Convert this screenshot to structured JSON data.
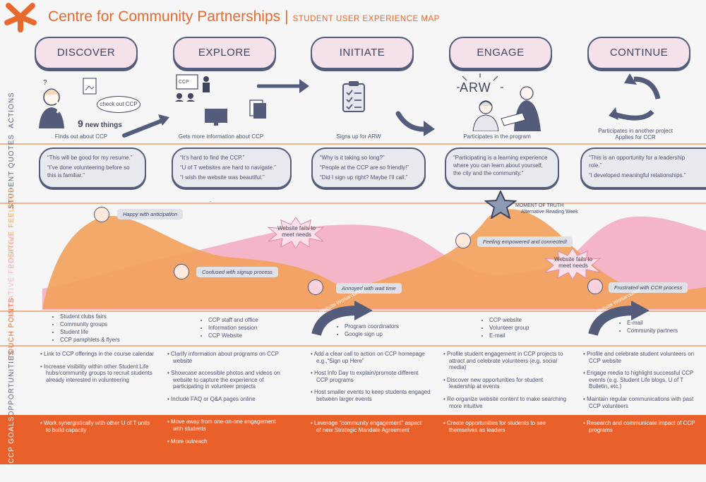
{
  "header": {
    "title": "Centre for Community Partnerships",
    "separator": "|",
    "subtitle": "STUDENT USER EXPERIENCE MAP"
  },
  "stages": [
    "DISCOVER",
    "EXPLORE",
    "INITIATE",
    "ENGAGE",
    "CONTINUE"
  ],
  "rows": {
    "actions": "ACTIONS",
    "quotes": "STUDENT QUOTES",
    "positive": "POSITIVE FEELINGS",
    "negative": "NEGATIVE FEELINGS",
    "touch": "TOUCH POINTS",
    "opportunities": "OPPORTUNITIES",
    "goals": "CCP GOALS"
  },
  "actions": {
    "bubble": "check out CCP",
    "new_things": "new things",
    "new_things_num": "9",
    "arw": "ARW",
    "captions": [
      "Finds out about CCP",
      "Gets more information about CCP",
      "Signs up for ARW",
      "Participates in the program",
      "Participates in another project",
      "Applies for CCR"
    ]
  },
  "quotes": [
    [
      "“This will be good for my resume.”",
      "“I’ve done volunteering before so this is familiar.”"
    ],
    [
      "“It’s hard to find the CCP.”",
      "“U of T websites are hard to navigate.”",
      "“I wish the website was beautiful.”"
    ],
    [
      "“Why is it taking so long?”",
      "“People at the CCP are so friendly!”",
      "“Did I sign up right? Maybe I’ll call.”"
    ],
    [
      "“Participating is a learning experience where you can learn about yourself, the city and the community.”"
    ],
    [
      "“This is an opportunity for a leadership role.”",
      "“I developed meaningful relationships.”"
    ]
  ],
  "quote_dot": ".",
  "feelings": {
    "happy": "Happy with anticipation",
    "confused": "Confused with signup process",
    "fails1": "Website fails to meet needs",
    "annoyed": "Annoyed with wait time",
    "moment": "MOMENT OF TRUTH",
    "moment_sub": "Alternative Reading Week",
    "empowered": "Feeling empowered and connected!",
    "fails2": "Website fails to meet needs",
    "frustrated": "Frustrated with CCR process"
  },
  "touch_points": [
    [
      "Student clubs fairs",
      "Community groups",
      "Student life",
      "CCP pamphlets & flyers"
    ],
    [
      "CCP staff and office",
      "Information session",
      "CCP Website"
    ],
    [
      "Program coordinators",
      "Google sign up"
    ],
    [
      "CCP website",
      "Volunteer group",
      "E-mail"
    ],
    [
      "E-mail",
      "Community partners"
    ]
  ],
  "workaround": "Website Workarounds",
  "opportunities": [
    [
      "Link to CCP offerings in the course calendar",
      "Increase visibility within other Student Life hubs/community groups to recruit students already interested in volunteering"
    ],
    [
      "Clarify information about programs on CCP website",
      "Showcase accessible photos and videos on website to capture the experience of participating in volunteer projects",
      "Include FAQ or Q&A pages online"
    ],
    [
      "Add a clear call to action on CCP homepage e.g.,“Sign up Here”",
      "Host Info Day to explain/promote different CCP programs",
      "Host smaller events to keep students engaged between larger events"
    ],
    [
      "Profile student engagement in CCP projects to attract and celebrate volunteers (e.g.  social media)",
      "Discover new opportunities for student leadership at events",
      "Re-organize website content to make searching more intuitive"
    ],
    [
      "Profile and celebrate student volunteers on CCP website",
      "Engage media to highlight successful CCP events (e.g. Student Life blogs, U of T Bulletin, etc.)",
      "Maintain regular communications with past CCP volunteers"
    ]
  ],
  "goals": [
    [
      "Work synergistically with other U of T units to build capacity"
    ],
    [
      "Move away from one-on-one engagement with students",
      "More outreach"
    ],
    [
      "Leverage “community engagement” aspect of new Strategic Mandate Agreement"
    ],
    [
      "Create opportunities for students to see themselves as leaders"
    ],
    [
      "Research and communicate impact of CCP programs"
    ]
  ],
  "colors": {
    "orange": "#e9602b",
    "navy": "#545c7c",
    "pink": "#f4a9c0",
    "peach": "#f2a15a"
  }
}
